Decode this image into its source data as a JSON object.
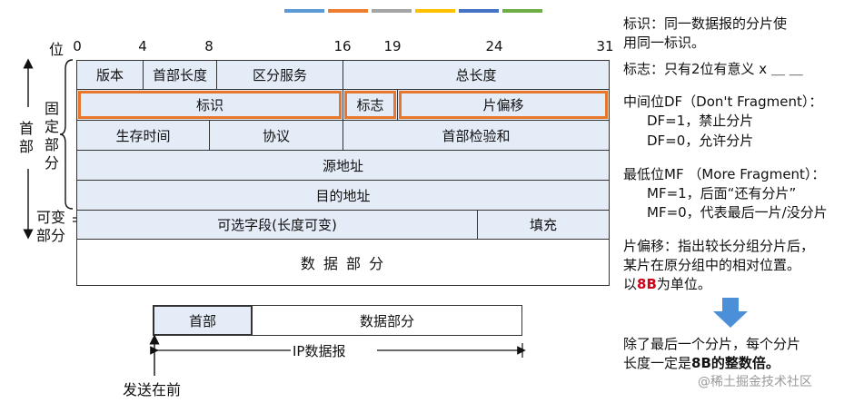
{
  "stripes": [
    "#5b9bd5",
    "#ed7d31",
    "#a5a5a5",
    "#ffc000",
    "#4472c4",
    "#70ad47"
  ],
  "bit_label": "位",
  "bits": [
    "0",
    "4",
    "8",
    "16",
    "19",
    "24",
    "31"
  ],
  "side": {
    "header": "首部",
    "fixed": "固定部分",
    "variable": "可变部分"
  },
  "fields": {
    "version": "版本",
    "ihl": "首部长度",
    "tos": "区分服务",
    "total_length": "总长度",
    "identification": "标识",
    "flags": "标志",
    "fragment_offset": "片偏移",
    "ttl": "生存时间",
    "protocol": "协议",
    "checksum": "首部检验和",
    "src": "源地址",
    "dst": "目的地址",
    "options": "可选字段(长度可变)",
    "padding": "填充",
    "data": "数 据 部 分"
  },
  "packet": {
    "header": "首部",
    "data": "数据部分",
    "label": "IP数据报",
    "send_first": "发送在前"
  },
  "notes": {
    "id_line1": "标识：同一数据报的分片使",
    "id_line2": "用同一标识。",
    "flag_line": "标志：只有2位有意义 x ＿ ＿",
    "df_title": "中间位DF（Don't Fragment）：",
    "df1": "DF=1，禁止分片",
    "df0": "DF=0，允许分片",
    "mf_title": "最低位MF （More Fragment）：",
    "mf1": "MF=1，后面“还有分片”",
    "mf0": "MF=0，代表最后一片/没分片",
    "fo_line1": "片偏移：指出较长分组分片后，",
    "fo_line2": "某片在原分组中的相对位置。",
    "fo_unit_prefix": "以",
    "fo_unit_value": "8B",
    "fo_unit_suffix": "为单位。",
    "conclusion_line1": "除了最后一个分片，每个分片",
    "conclusion_prefix": "长度一定是",
    "conclusion_bold": "8B的整数倍。",
    "watermark": "@稀土掘金技术社区"
  }
}
